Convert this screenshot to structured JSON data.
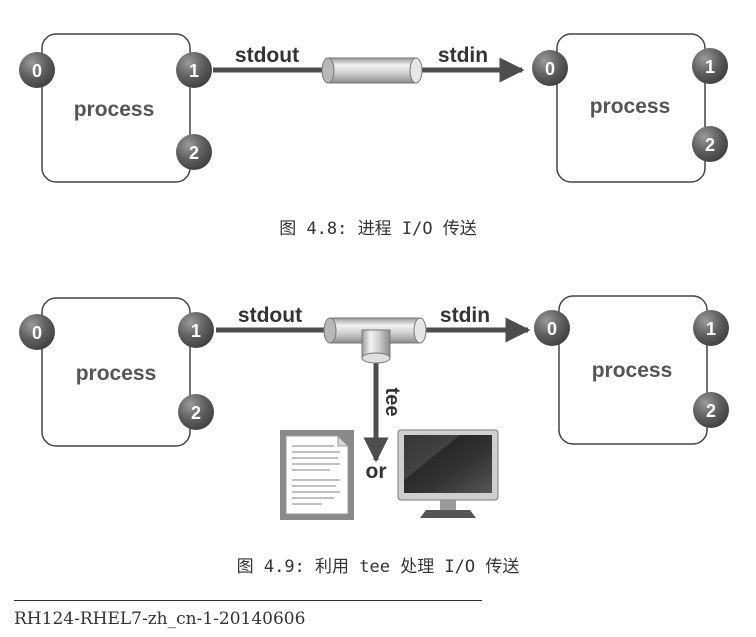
{
  "diagram1": {
    "left_process": {
      "label": "process",
      "ports": [
        "0",
        "1",
        "2"
      ]
    },
    "right_process": {
      "label": "process",
      "ports": [
        "0",
        "1",
        "2"
      ]
    },
    "out_label": "stdout",
    "in_label": "stdin",
    "caption": "图 4.8: 进程 I/O 传送"
  },
  "diagram2": {
    "left_process": {
      "label": "process",
      "ports": [
        "0",
        "1",
        "2"
      ]
    },
    "right_process": {
      "label": "process",
      "ports": [
        "0",
        "1",
        "2"
      ]
    },
    "out_label": "stdout",
    "in_label": "stdin",
    "tee_label": "tee",
    "or_label": "or",
    "caption": "图 4.9: 利用 tee 处理 I/O 传送"
  },
  "footer": "RH124-RHEL7-zh_cn-1-20140606",
  "colors": {
    "port": "#555555",
    "arrow": "#4d4d4d",
    "pipe": "#c8c8c8",
    "box_border": "#444444",
    "text": "#333333"
  },
  "icons": [
    "document-icon",
    "monitor-icon"
  ]
}
